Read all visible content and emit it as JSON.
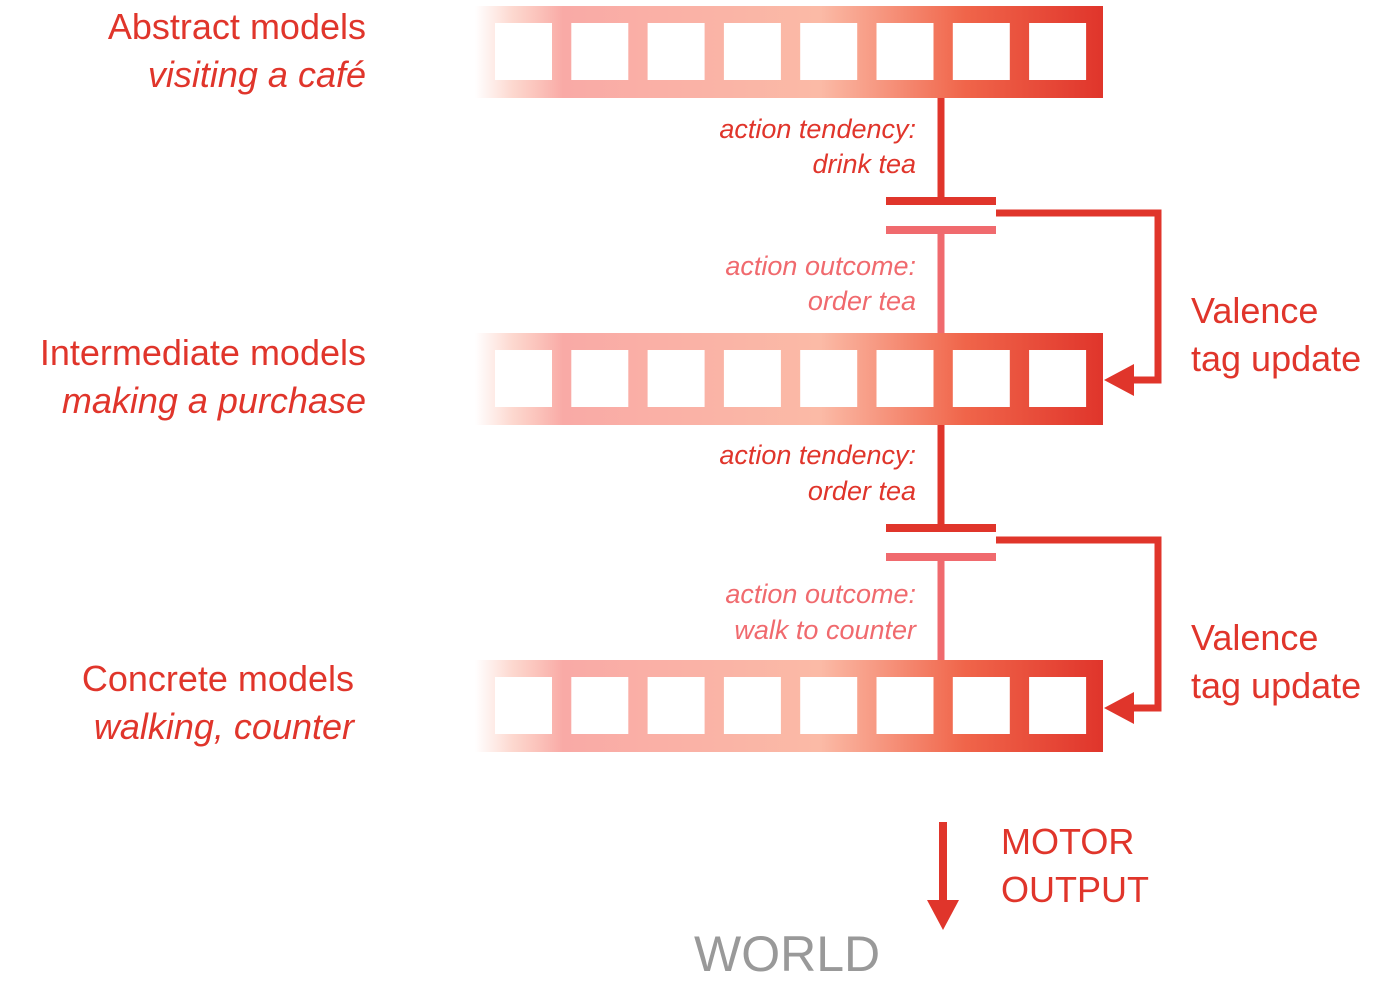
{
  "colors": {
    "primary": "#e0352b",
    "outcome": "#f06a6e",
    "world": "#999999",
    "gradient_light": "#fbb8a8"
  },
  "levels": [
    {
      "title": "Abstract models",
      "subtitle": "visiting a café",
      "cells": 8
    },
    {
      "title": "Intermediate models",
      "subtitle": "making a purchase",
      "cells": 8
    },
    {
      "title": "Concrete models",
      "subtitle": "walking, counter",
      "cells": 8
    }
  ],
  "links": [
    {
      "tendency_label": "action tendency:",
      "tendency_value": "drink tea",
      "outcome_label": "action outcome:",
      "outcome_value": "order tea",
      "feedback_title": "Valence",
      "feedback_subtitle": "tag update"
    },
    {
      "tendency_label": "action tendency:",
      "tendency_value": "order tea",
      "outcome_label": "action outcome:",
      "outcome_value": "walk to counter",
      "feedback_title": "Valence",
      "feedback_subtitle": "tag update"
    }
  ],
  "motor_output": {
    "line1": "MOTOR",
    "line2": "OUTPUT"
  },
  "world": "WORLD"
}
